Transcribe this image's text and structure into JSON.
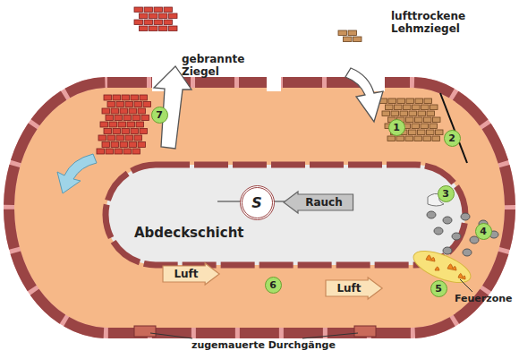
{
  "diagram": {
    "nodes": [
      {
        "text": [
          "1"
        ]
      },
      {
        "text": [
          "2"
        ]
      },
      {
        "text": [
          "3"
        ]
      },
      {
        "text": [
          "4"
        ]
      },
      {
        "text": [
          "5"
        ]
      },
      {
        "text": [
          "6"
        ]
      },
      {
        "text": [
          "7"
        ]
      },
      {
        "text": [
          "S"
        ]
      },
      {
        "text": [
          "Rauch"
        ]
      },
      {
        "text": [
          "Luft"
        ]
      },
      {
        "text": [
          "Luft"
        ]
      }
    ],
    "labels": [
      "gebrannte Ziegel",
      "lufttrockene Lehmziegel",
      "Abdeckschicht",
      "Feuerzone",
      "zugemauerte Durchgänge"
    ]
  }
}
